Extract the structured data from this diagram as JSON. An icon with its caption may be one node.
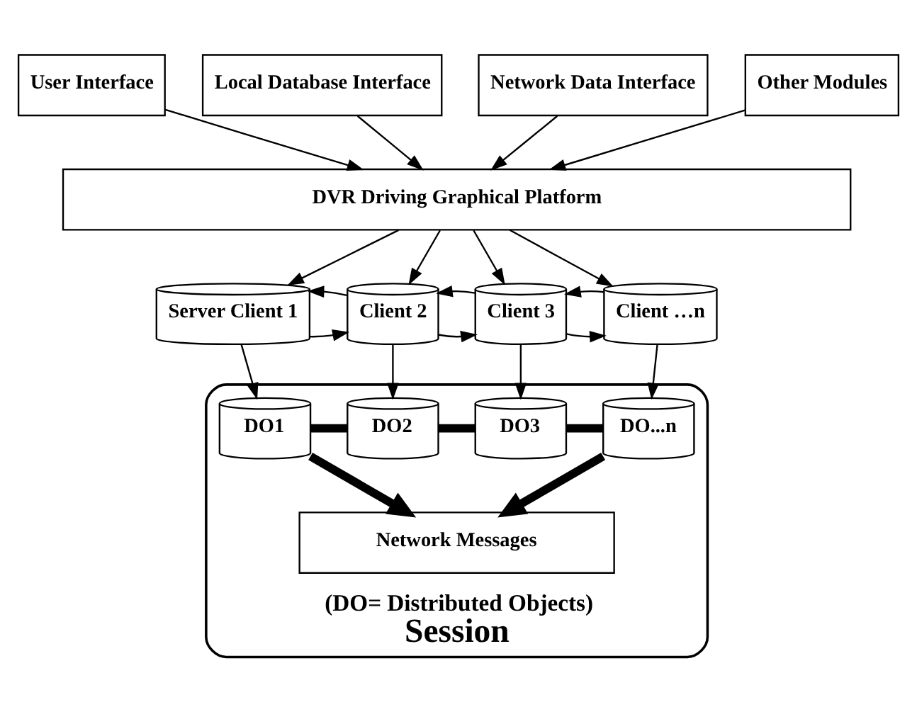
{
  "diagram": {
    "nodes": [
      {
        "text": [
          "User Interface"
        ]
      },
      {
        "text": [
          "Local Database Interface"
        ]
      },
      {
        "text": [
          "Network Data Interface"
        ]
      },
      {
        "text": [
          "Other Modules"
        ]
      },
      {
        "text": [
          "DVR Driving Graphical Platform"
        ]
      },
      {
        "text": [
          "Server Client 1"
        ]
      },
      {
        "text": [
          "Client 2"
        ]
      },
      {
        "text": [
          "Client 3"
        ]
      },
      {
        "text": [
          "Client …n"
        ]
      },
      {
        "text": [
          "(DO= Distributed Objects)",
          "Session"
        ]
      },
      {
        "text": [
          "DO1"
        ],
        "in": 9
      },
      {
        "text": [
          "DO2"
        ],
        "in": 9
      },
      {
        "text": [
          "DO3"
        ],
        "in": 9
      },
      {
        "text": [
          "DO...n"
        ],
        "in": 9
      },
      {
        "text": [
          "Network Messages"
        ],
        "in": 9
      }
    ],
    "edges": [
      {
        "from": 0,
        "to": 4,
        "arrow": "to"
      },
      {
        "from": 1,
        "to": 4,
        "arrow": "to"
      },
      {
        "from": 2,
        "to": 4,
        "arrow": "to"
      },
      {
        "from": 3,
        "to": 4,
        "arrow": "to"
      },
      {
        "from": 4,
        "to": 5,
        "arrow": "to"
      },
      {
        "from": 4,
        "to": 6,
        "arrow": "to"
      },
      {
        "from": 4,
        "to": 7,
        "arrow": "to"
      },
      {
        "from": 4,
        "to": 8,
        "arrow": "to"
      },
      {
        "from": 5,
        "to": 6,
        "arrow": "to"
      },
      {
        "from": 6,
        "to": 5,
        "arrow": "to"
      },
      {
        "from": 6,
        "to": 7,
        "arrow": "to"
      },
      {
        "from": 7,
        "to": 6,
        "arrow": "to"
      },
      {
        "from": 7,
        "to": 8,
        "arrow": "to"
      },
      {
        "from": 8,
        "to": 7,
        "arrow": "to"
      },
      {
        "from": 5,
        "to": 10,
        "arrow": "to"
      },
      {
        "from": 6,
        "to": 11,
        "arrow": "to"
      },
      {
        "from": 7,
        "to": 12,
        "arrow": "to"
      },
      {
        "from": 8,
        "to": 13,
        "arrow": "to"
      },
      {
        "from": 10,
        "to": 11,
        "arrow": "none",
        "style": "thick"
      },
      {
        "from": 11,
        "to": 12,
        "arrow": "none",
        "style": "thick"
      },
      {
        "from": 12,
        "to": 13,
        "arrow": "none",
        "style": "thick"
      },
      {
        "from": 10,
        "to": 14,
        "arrow": "to",
        "style": "thick"
      },
      {
        "from": 13,
        "to": 14,
        "arrow": "to",
        "style": "thick"
      }
    ]
  }
}
